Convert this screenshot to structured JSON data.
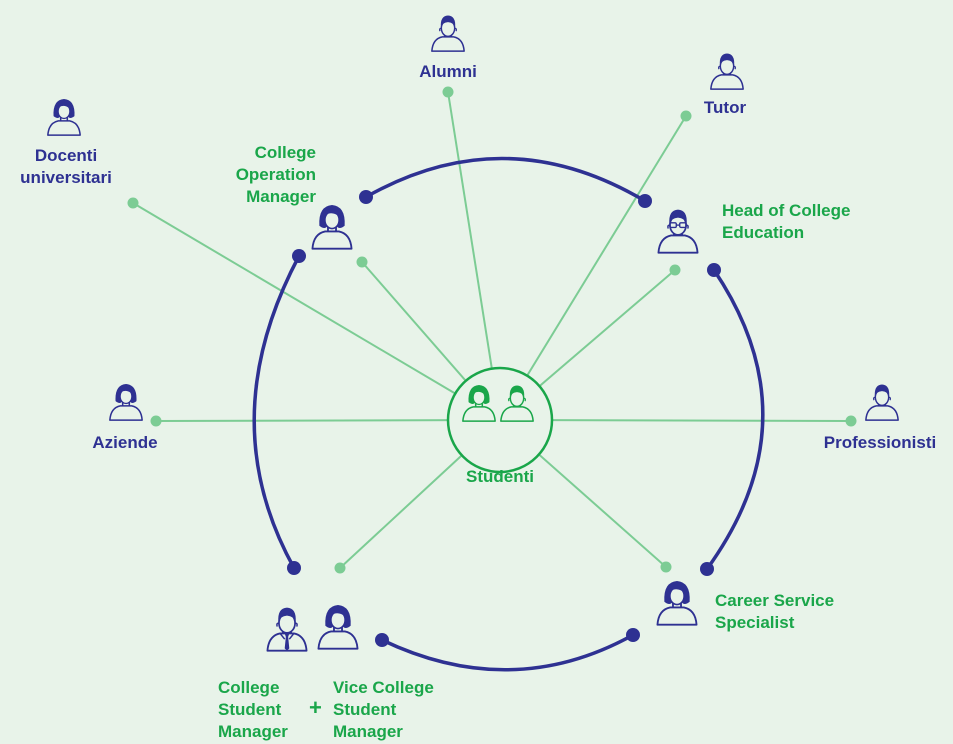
{
  "colors": {
    "background": "#e8f3e9",
    "navy": "#2e3192",
    "green": "#1aa64a",
    "spoke": "#7ccc94"
  },
  "center": {
    "label": "Studenti",
    "icon": "students-pair-icon"
  },
  "outer_roles": [
    {
      "id": "alumni",
      "label": "Alumni",
      "icon": "person-male-icon"
    },
    {
      "id": "tutor",
      "label": "Tutor",
      "icon": "person-male-icon"
    },
    {
      "id": "docenti",
      "label": "Docenti\nuniversitari",
      "icon": "person-female-icon"
    },
    {
      "id": "aziende",
      "label": "Aziende",
      "icon": "person-female-icon"
    },
    {
      "id": "professionisti",
      "label": "Professionisti",
      "icon": "person-male-icon"
    }
  ],
  "inner_roles": [
    {
      "id": "college-operation-manager",
      "label": "College\nOperation\nManager",
      "icon": "person-female-icon"
    },
    {
      "id": "head-of-college-education",
      "label": "Head of College\nEducation",
      "icon": "person-glasses-icon"
    },
    {
      "id": "career-service-specialist",
      "label": "Career Service\nSpecialist",
      "icon": "person-female-icon"
    },
    {
      "id": "college-student-manager",
      "label": "College\nStudent\nManager",
      "icon": "person-male-tie-icon"
    },
    {
      "id": "vice-college-student-manager",
      "label": "Vice College\nStudent\nManager",
      "icon": "person-female-icon"
    }
  ],
  "plus_sign": "+"
}
